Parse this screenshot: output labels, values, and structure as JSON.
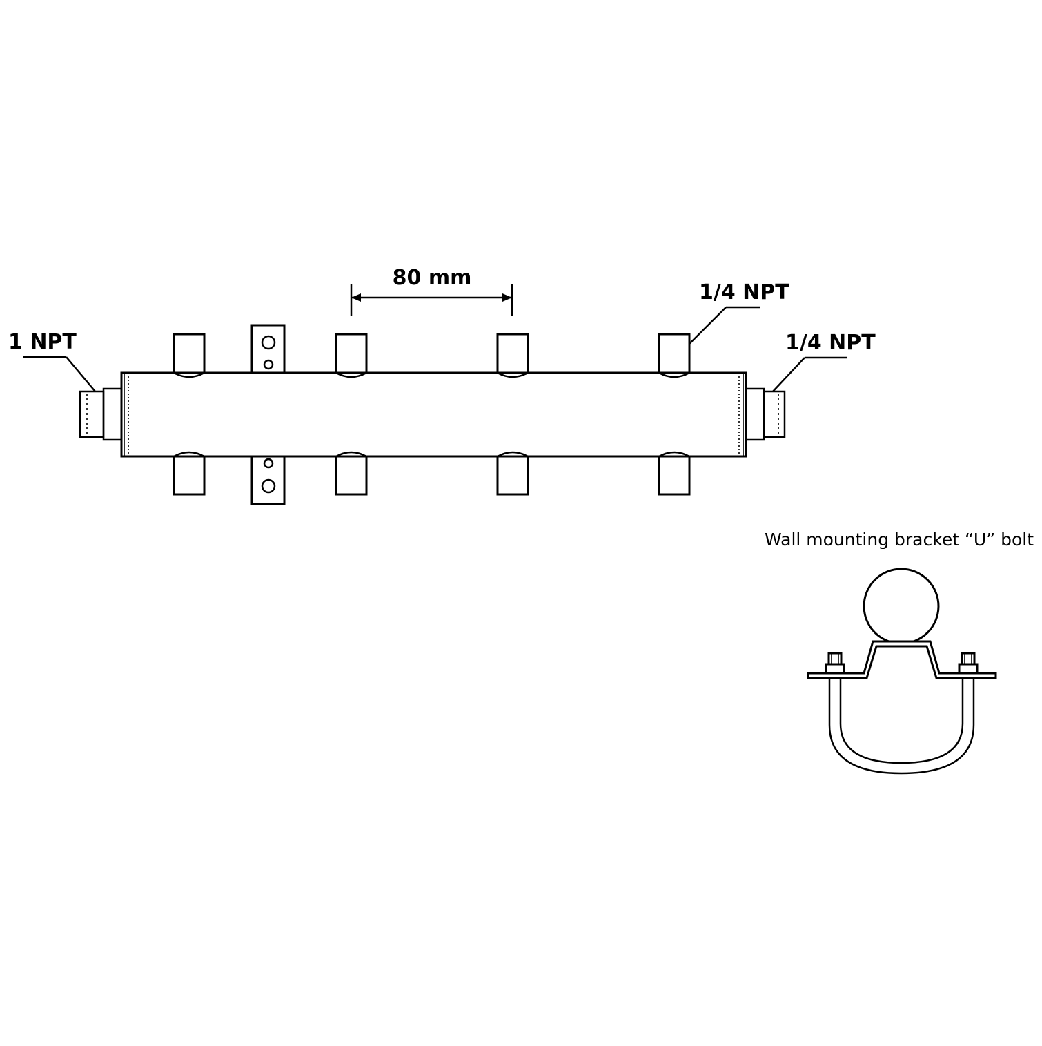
{
  "labels": {
    "dimension": "80 mm",
    "inlet_left": "1 NPT",
    "port_top_right": "1/4 NPT",
    "outlet_right": "1/4 NPT",
    "bracket_caption": "Wall mounting bracket “U” bolt"
  },
  "colors": {
    "line": "#000000",
    "background": "#ffffff"
  }
}
